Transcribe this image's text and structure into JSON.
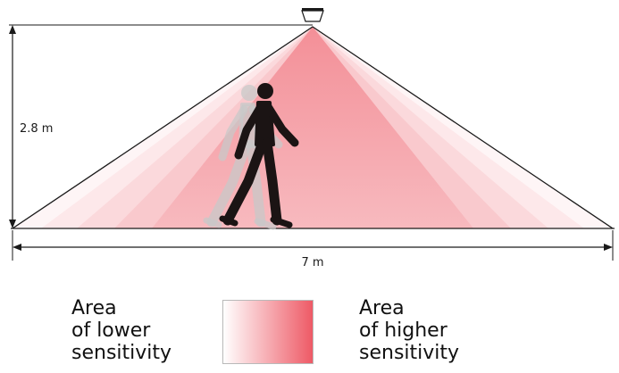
{
  "labels": {
    "height": "2.8 m",
    "width": "7 m"
  },
  "legend": {
    "lower": [
      "Area",
      "of lower",
      "sensitivity"
    ],
    "higher": [
      "Area",
      "of higher",
      "sensitivity"
    ]
  },
  "colors": {
    "high_sensitivity": "#ee5a66",
    "low_sensitivity": "#ffffff",
    "person": "#1b1414",
    "person_shadow": "#c8c8c8",
    "lines": "#1a1a1a"
  },
  "icons": {
    "sensor": "motion-sensor-icon",
    "person": "walking-person-icon"
  }
}
